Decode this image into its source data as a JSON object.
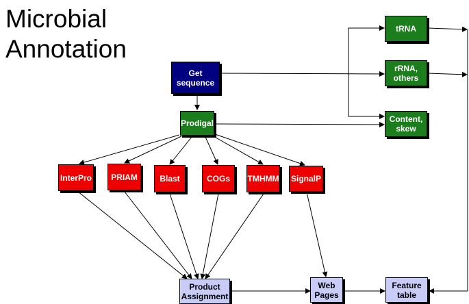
{
  "title": {
    "line1": "Microbial",
    "line2": "Annotation"
  },
  "colors": {
    "source": "#000080",
    "pipeline": "#1b7d1b",
    "analysis": "#ee0000",
    "output": "#c8ccf6",
    "edge": "#000000"
  },
  "nodes": {
    "get_sequence": "Get\nsequence",
    "prodigal": "Prodigal",
    "trna": "tRNA",
    "rrna": "rRNA,\nothers",
    "content_skew": "Content,\nskew",
    "interpro": "InterPro",
    "priam": "PRIAM",
    "blast": "Blast",
    "cogs": "COGs",
    "tmhmm": "TMHMM",
    "signalp": "SignalP",
    "product_assignment": "Product\nAssignment",
    "web_pages": "Web\nPages",
    "feature_table": "Feature\ntable"
  },
  "edges": [
    [
      "get_sequence",
      "prodigal"
    ],
    [
      "get_sequence",
      "rrna"
    ],
    [
      "get_sequence",
      "trna"
    ],
    [
      "get_sequence",
      "content_skew"
    ],
    [
      "prodigal",
      "content_skew"
    ],
    [
      "prodigal",
      "interpro"
    ],
    [
      "prodigal",
      "priam"
    ],
    [
      "prodigal",
      "blast"
    ],
    [
      "prodigal",
      "cogs"
    ],
    [
      "prodigal",
      "tmhmm"
    ],
    [
      "prodigal",
      "signalp"
    ],
    [
      "interpro",
      "product_assignment"
    ],
    [
      "priam",
      "product_assignment"
    ],
    [
      "blast",
      "product_assignment"
    ],
    [
      "cogs",
      "product_assignment"
    ],
    [
      "tmhmm",
      "product_assignment"
    ],
    [
      "signalp",
      "web_pages"
    ],
    [
      "product_assignment",
      "web_pages"
    ],
    [
      "web_pages",
      "feature_table"
    ],
    [
      "trna",
      "feature_table"
    ],
    [
      "rrna",
      "feature_table"
    ],
    [
      "content_skew",
      "feature_table"
    ]
  ]
}
